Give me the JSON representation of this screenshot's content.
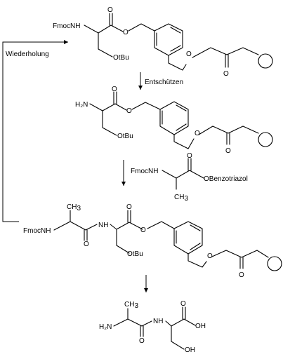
{
  "steps": {
    "deprotect": "Entschützen",
    "repeat": "Wiederholung"
  },
  "compound1": {
    "n_protect": "FmocNH",
    "side_chain": "OtBu"
  },
  "compound2": {
    "amine": "H₂N",
    "side_chain": "OtBu"
  },
  "reagent": {
    "n_protect": "FmocNH",
    "activated_ester": "OBenzotriazol",
    "methyl": "CH3"
  },
  "compound3": {
    "n_protect": "FmocNH",
    "methyl": "CH3",
    "nh": "NH",
    "side_chain": "OtBu"
  },
  "product": {
    "amine": "H₂N",
    "methyl": "CH3",
    "nh": "NH",
    "acid": "OH",
    "hydroxyl": "OH"
  },
  "atoms": {
    "o": "O"
  }
}
